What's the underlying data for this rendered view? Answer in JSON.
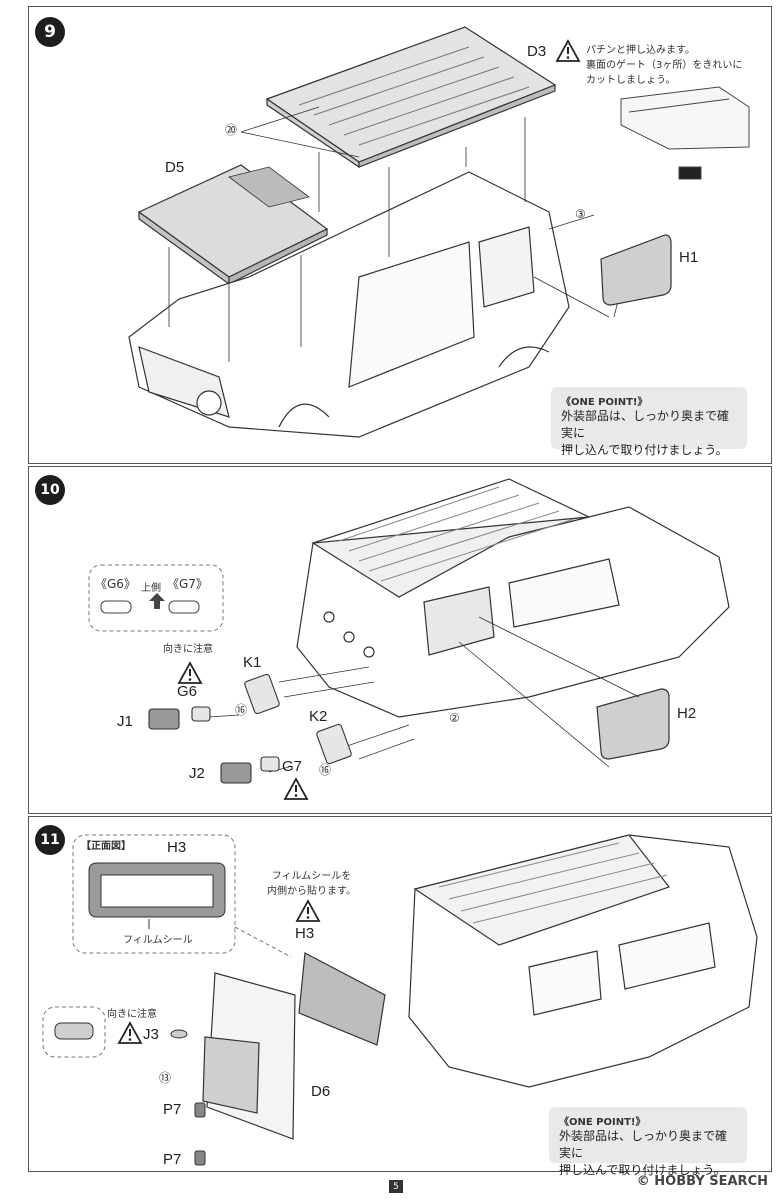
{
  "steps": [
    {
      "number": "9",
      "parts": {
        "d3": "D3",
        "d5": "D5",
        "h1": "H1"
      },
      "callouts": {
        "c20": "⑳",
        "c3": "③"
      },
      "d3_note": [
        "パチンと押し込みます。",
        "裏面のゲート（3ヶ所）をきれいに",
        "カットしましょう。"
      ],
      "onepoint": {
        "title": "《ONE POINT!》",
        "lines": [
          "外装部品は、しっかり奥まで確実に",
          "押し込んで取り付けましょう。"
        ]
      }
    },
    {
      "number": "10",
      "parts": {
        "k1": "K1",
        "g6": "G6",
        "j1": "J1",
        "k2": "K2",
        "j2": "J2",
        "g7": "G7",
        "h2": "H2"
      },
      "callouts": {
        "c16a": "⑯",
        "c16b": "⑯",
        "c2": "②"
      },
      "inset": {
        "g6": "《G6》",
        "g7": "《G7》",
        "up": "上側"
      },
      "orientation_note": "向きに注意"
    },
    {
      "number": "11",
      "parts": {
        "h3_inset": "H3",
        "h3": "H3",
        "j3": "J3",
        "d6": "D6",
        "p7a": "P7",
        "p7b": "P7"
      },
      "callouts": {
        "c13": "⑬"
      },
      "front_view_label": "【正面図】",
      "film_label": "フィルムシール",
      "film_note": [
        "フィルムシールを",
        "内側から貼ります。"
      ],
      "orientation_note": "向きに注意",
      "onepoint": {
        "title": "《ONE POINT!》",
        "lines": [
          "外装部品は、しっかり奥まで確実に",
          "押し込んで取り付けましょう。"
        ]
      }
    }
  ],
  "footer": {
    "page_number": "5",
    "watermark": "© HOBBY SEARCH"
  }
}
